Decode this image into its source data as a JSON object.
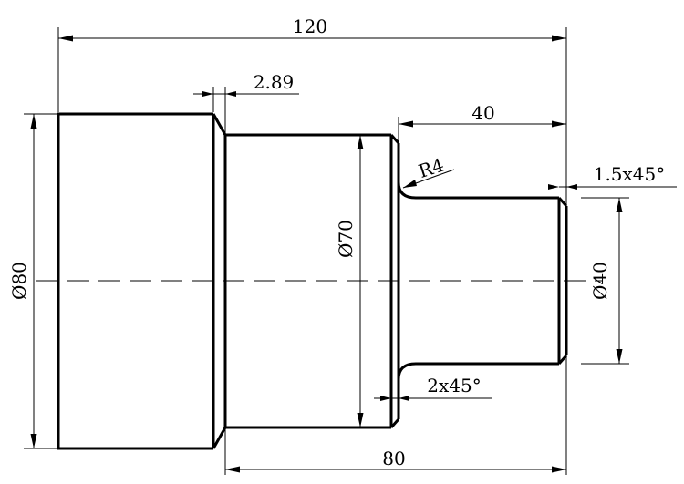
{
  "drawing": {
    "title": "",
    "line_color": "#000000",
    "background": "#ffffff",
    "dimensions": {
      "overall_length": "120",
      "chamfer_width": "2.89",
      "small_step_length": "40",
      "fillet_radius": "R4",
      "small_end_chamfer": "1.5x45°",
      "large_diameter": "Ø80",
      "middle_diameter": "Ø70",
      "small_diameter": "Ø40",
      "middle_chamfer": "2x45°",
      "right_length": "80"
    }
  }
}
